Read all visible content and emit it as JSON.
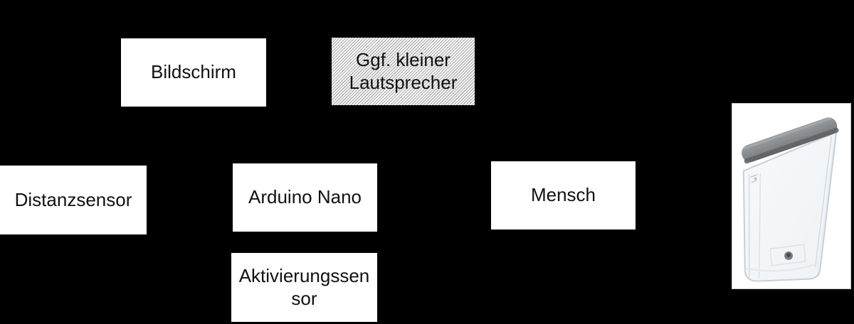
{
  "background": "#000000",
  "boxes": {
    "bildschirm": {
      "label": "Bildschirm"
    },
    "lautsprecher": {
      "label": "Ggf. kleiner\nLautsprecher"
    },
    "distanzsensor": {
      "label": "Distanzsensor"
    },
    "arduino": {
      "label": "Arduino Nano"
    },
    "mensch": {
      "label": "Mensch"
    },
    "aktivierungssensor": {
      "label": "Aktivierungssen\nsor"
    }
  },
  "photo": {
    "description": "transparent plastic water tank with gray lid, product photo on white background"
  },
  "styles": {
    "box_fill": "#ffffff",
    "box_text": "#111111",
    "hatch_light": "#ffffff",
    "hatch_dark": "#b9b9b9",
    "lid_top": "#9a9ea1",
    "lid_bottom": "#74787b",
    "lid_edge": "#5f6265",
    "tank_fill": "#f5f8fa",
    "tank_line": "#c6cfd7"
  }
}
